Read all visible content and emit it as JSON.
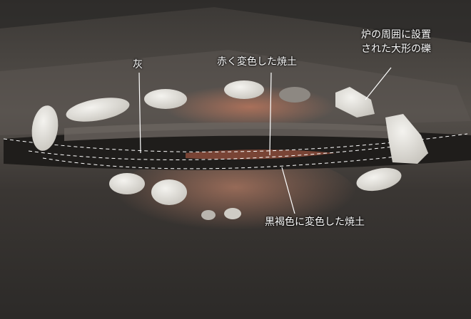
{
  "photo": {
    "labels": {
      "ash": "灰",
      "red_soil": "赤く変色した焼土",
      "stones_line1": "炉の周囲に設置",
      "stones_line2": "された大形の礫",
      "dark_soil": "黒褐色に変色した焼土"
    },
    "colors": {
      "soil_dark": "#2f2d2b",
      "soil_mid": "#4a4642",
      "burnt_red": "#a06a55",
      "stone": "#e6e4df",
      "annotation": "#ffffff"
    }
  }
}
